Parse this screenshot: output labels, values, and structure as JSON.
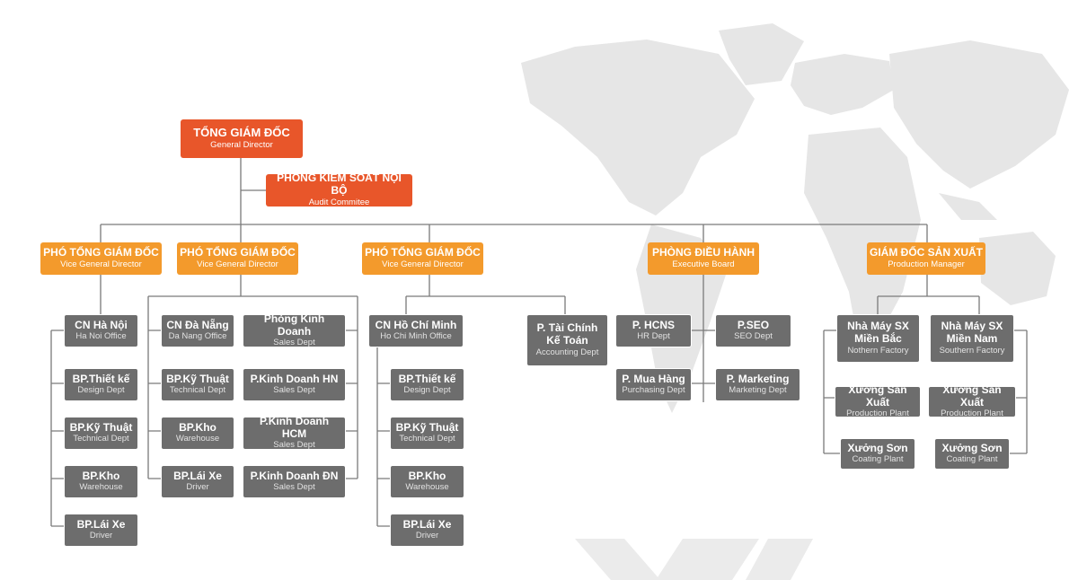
{
  "colors": {
    "red": "#e8562a",
    "orange": "#f39a2c",
    "gray": "#6d6d6d",
    "line": "#7a7a7a",
    "map": "#e6e6e6"
  },
  "chart": {
    "general_director": {
      "title": "TỔNG GIÁM ĐỐC",
      "sub": "General Director"
    },
    "audit": {
      "title": "PHÒNG KIỂM SOÁT NỘI BỘ",
      "sub": "Audit Commitee"
    },
    "vgd1": {
      "title": "PHÓ TỔNG GIÁM ĐỐC",
      "sub": "Vice General Director",
      "units": [
        {
          "title": "CN Hà Nội",
          "sub": "Ha Noi Office"
        },
        {
          "title": "BP.Thiết kế",
          "sub": "Design Dept"
        },
        {
          "title": "BP.Kỹ Thuật",
          "sub": "Technical Dept"
        },
        {
          "title": "BP.Kho",
          "sub": "Warehouse"
        },
        {
          "title": "BP.Lái Xe",
          "sub": "Driver"
        }
      ]
    },
    "vgd2": {
      "title": "PHÓ TỔNG GIÁM ĐỐC",
      "sub": "Vice General Director",
      "left_units": [
        {
          "title": "CN Đà Nẵng",
          "sub": "Da Nang Office"
        },
        {
          "title": "BP.Kỹ Thuật",
          "sub": "Technical Dept"
        },
        {
          "title": "BP.Kho",
          "sub": "Warehouse"
        },
        {
          "title": "BP.Lái Xe",
          "sub": "Driver"
        }
      ],
      "right_units": [
        {
          "title": "Phòng Kinh Doanh",
          "sub": "Sales Dept"
        },
        {
          "title": "P.Kinh Doanh HN",
          "sub": "Sales Dept"
        },
        {
          "title": "P.Kinh Doanh HCM",
          "sub": "Sales Dept"
        },
        {
          "title": "P.Kinh Doanh ĐN",
          "sub": "Sales Dept"
        }
      ]
    },
    "vgd3": {
      "title": "PHÓ TỔNG GIÁM ĐỐC",
      "sub": "Vice General Director",
      "units": [
        {
          "title": "CN Hồ Chí Minh",
          "sub": "Ho Chi Minh Office"
        },
        {
          "title": "BP.Thiết kế",
          "sub": "Design Dept"
        },
        {
          "title": "BP.Kỹ Thuật",
          "sub": "Technical Dept"
        },
        {
          "title": "BP.Kho",
          "sub": "Warehouse"
        },
        {
          "title": "BP.Lái Xe",
          "sub": "Driver"
        }
      ],
      "finance": {
        "title": "P. Tài Chính Kế Toán",
        "sub": "Accounting Dept"
      }
    },
    "exec": {
      "title": "PHÒNG ĐIỀU HÀNH",
      "sub": "Executive Board",
      "units": [
        {
          "title": "P. HCNS",
          "sub": "HR Dept"
        },
        {
          "title": "P.SEO",
          "sub": "SEO Dept"
        },
        {
          "title": "P. Mua Hàng",
          "sub": "Purchasing Dept"
        },
        {
          "title": "P. Marketing",
          "sub": "Marketing Dept"
        }
      ]
    },
    "prod": {
      "title": "GIÁM ĐỐC SẢN XUẤT",
      "sub": "Production Manager",
      "north": [
        {
          "title": "Nhà Máy SX Miền Bắc",
          "sub": "Nothern Factory"
        },
        {
          "title": "Xưởng Sản Xuất",
          "sub": "Production Plant"
        },
        {
          "title": "Xưởng Sơn",
          "sub": "Coating Plant"
        }
      ],
      "south": [
        {
          "title": "Nhà Máy SX Miền Nam",
          "sub": "Southern Factory"
        },
        {
          "title": "Xưởng Sản Xuất",
          "sub": "Production Plant"
        },
        {
          "title": "Xưởng Sơn",
          "sub": "Coating Plant"
        }
      ]
    }
  }
}
